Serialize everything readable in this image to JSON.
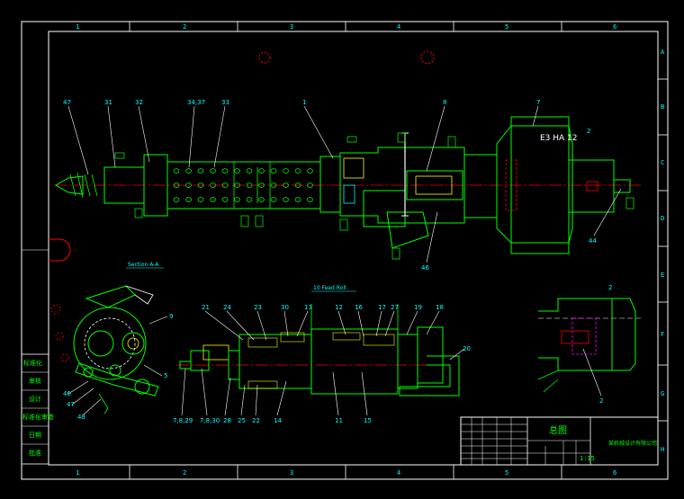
{
  "colors": {
    "background": "#000000",
    "geometry": "#00ff00",
    "frame": "#ffffff",
    "leaders": "#ffffff",
    "labels": "#00ffff",
    "centerline": "#ff0000",
    "accent": "#ffff00",
    "section": "#ff00ff"
  },
  "grid": {
    "cols": [
      "1",
      "2",
      "3",
      "4",
      "5",
      "6"
    ],
    "rows": [
      "A",
      "B",
      "C",
      "D",
      "E",
      "F",
      "G",
      "H"
    ]
  },
  "top_view": {
    "labels": [
      "47",
      "31",
      "32",
      "34,37",
      "33",
      "1",
      "8",
      "7",
      "44",
      "46"
    ],
    "annotations": [
      "E3 HA 12",
      "2"
    ]
  },
  "left_view": {
    "caption": "Section A-A",
    "labels": [
      "9",
      "5",
      "46",
      "47",
      "48"
    ]
  },
  "lower_view": {
    "feed_roll_label": "10 Feed Roll",
    "labels_top": [
      "21",
      "24",
      "23",
      "30",
      "13",
      "12",
      "16",
      "17",
      "27",
      "19",
      "18"
    ],
    "labels_bottom": [
      "7,8,29",
      "7,8,30",
      "28",
      "25",
      "22",
      "14",
      "11",
      "15"
    ],
    "side_label": "20"
  },
  "detail_view": {
    "title": "2",
    "label": "2"
  },
  "left_table": {
    "cells": [
      "标准化",
      "审核",
      "设计",
      "标准化审查",
      "日期",
      "批准"
    ]
  },
  "title_block": {
    "drawing_title": "总图",
    "company": "某机械设计有限公司",
    "scale": "1:15"
  }
}
